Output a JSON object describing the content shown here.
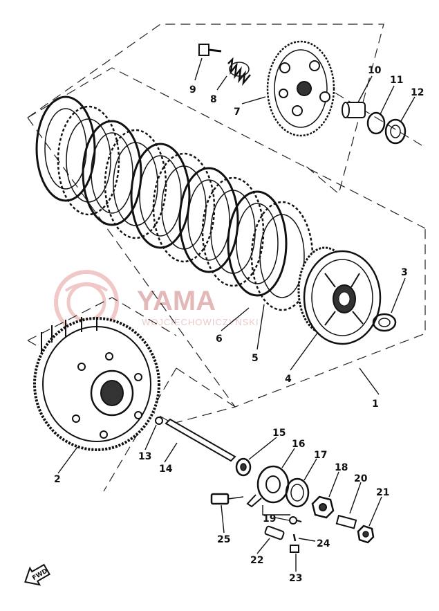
{
  "watermark": {
    "brand": "YAMA",
    "subtitle": "WOJCIECHOWICZYŃSKI"
  },
  "direction_arrow": {
    "label": "FWD"
  },
  "callouts": [
    {
      "id": "c1",
      "text": "1"
    },
    {
      "id": "c2",
      "text": "2"
    },
    {
      "id": "c3",
      "text": "3"
    },
    {
      "id": "c4",
      "text": "4"
    },
    {
      "id": "c5",
      "text": "5"
    },
    {
      "id": "c6",
      "text": "6"
    },
    {
      "id": "c7",
      "text": "7"
    },
    {
      "id": "c8",
      "text": "8"
    },
    {
      "id": "c9",
      "text": "9"
    },
    {
      "id": "c10",
      "text": "10"
    },
    {
      "id": "c11",
      "text": "11"
    },
    {
      "id": "c12",
      "text": "12"
    },
    {
      "id": "c13",
      "text": "13"
    },
    {
      "id": "c14",
      "text": "14"
    },
    {
      "id": "c15",
      "text": "15"
    },
    {
      "id": "c16",
      "text": "16"
    },
    {
      "id": "c17",
      "text": "17"
    },
    {
      "id": "c18",
      "text": "18"
    },
    {
      "id": "c19",
      "text": "19"
    },
    {
      "id": "c20",
      "text": "20"
    },
    {
      "id": "c21",
      "text": "21"
    },
    {
      "id": "c22",
      "text": "22"
    },
    {
      "id": "c23",
      "text": "23"
    },
    {
      "id": "c24",
      "text": "24"
    },
    {
      "id": "c25",
      "text": "25"
    }
  ]
}
